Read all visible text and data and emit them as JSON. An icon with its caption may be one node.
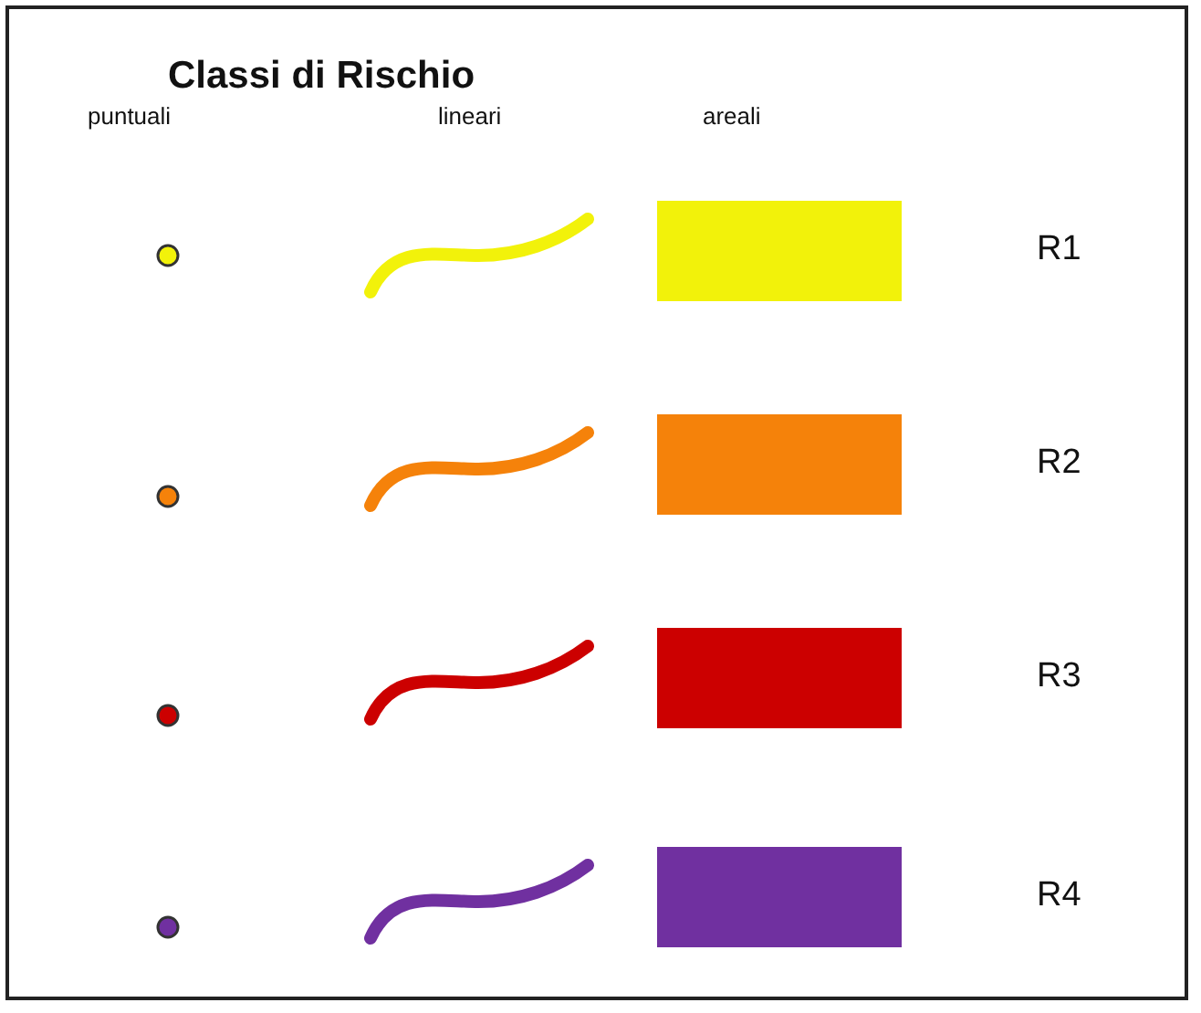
{
  "diagram": {
    "title": "Classi di Rischio",
    "labels": [
      "puntuali",
      "lineari",
      "areali"
    ],
    "legend": [
      {
        "text": "R1",
        "color": "#f2f20a"
      },
      {
        "text": "R2",
        "color": "#f5820a"
      },
      {
        "text": "R3",
        "color": "#cc0000"
      },
      {
        "text": "R4",
        "color": "#7030a0"
      }
    ]
  }
}
